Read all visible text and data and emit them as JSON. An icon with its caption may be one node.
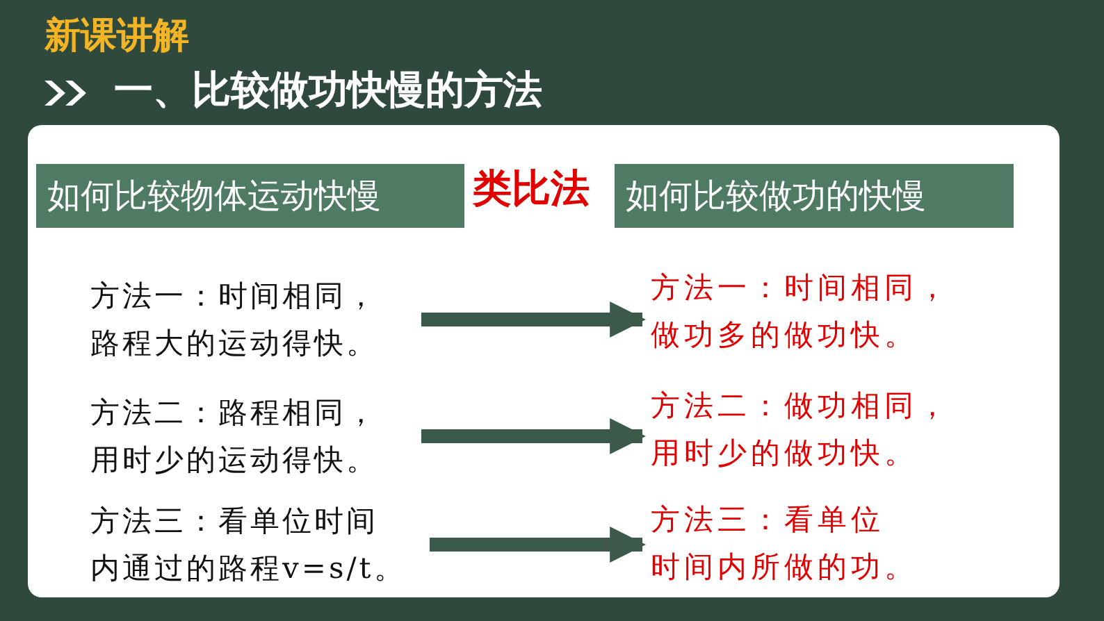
{
  "diagram": {
    "title": "新课讲解",
    "nodes": [
      {
        "text": [
          "如何比较物体运动快慢"
        ]
      },
      {
        "text": [
          "如何比较做功的快慢"
        ]
      },
      {
        "text": [
          "方法一：时间相同，路程大的运动得快。"
        ]
      },
      {
        "text": [
          "方法一：时间相同，做功多的做功快。"
        ]
      },
      {
        "text": [
          "方法二：路程相同，用时少的运动得快。"
        ]
      },
      {
        "text": [
          "方法二：做功相同，用时少的做功快。"
        ]
      },
      {
        "text": [
          "方法三：看单位时间内通过的路程v=s/t。"
        ]
      },
      {
        "text": [
          "方法三：看单位时间内所做的功。"
        ]
      }
    ],
    "edges": [
      {
        "from": 2,
        "to": 3,
        "arrow": "to"
      },
      {
        "from": 4,
        "to": 5,
        "arrow": "to"
      },
      {
        "from": 6,
        "to": 7,
        "arrow": "to"
      }
    ],
    "labels": [
      "一、比较做功快慢的方法",
      "类比法"
    ]
  }
}
